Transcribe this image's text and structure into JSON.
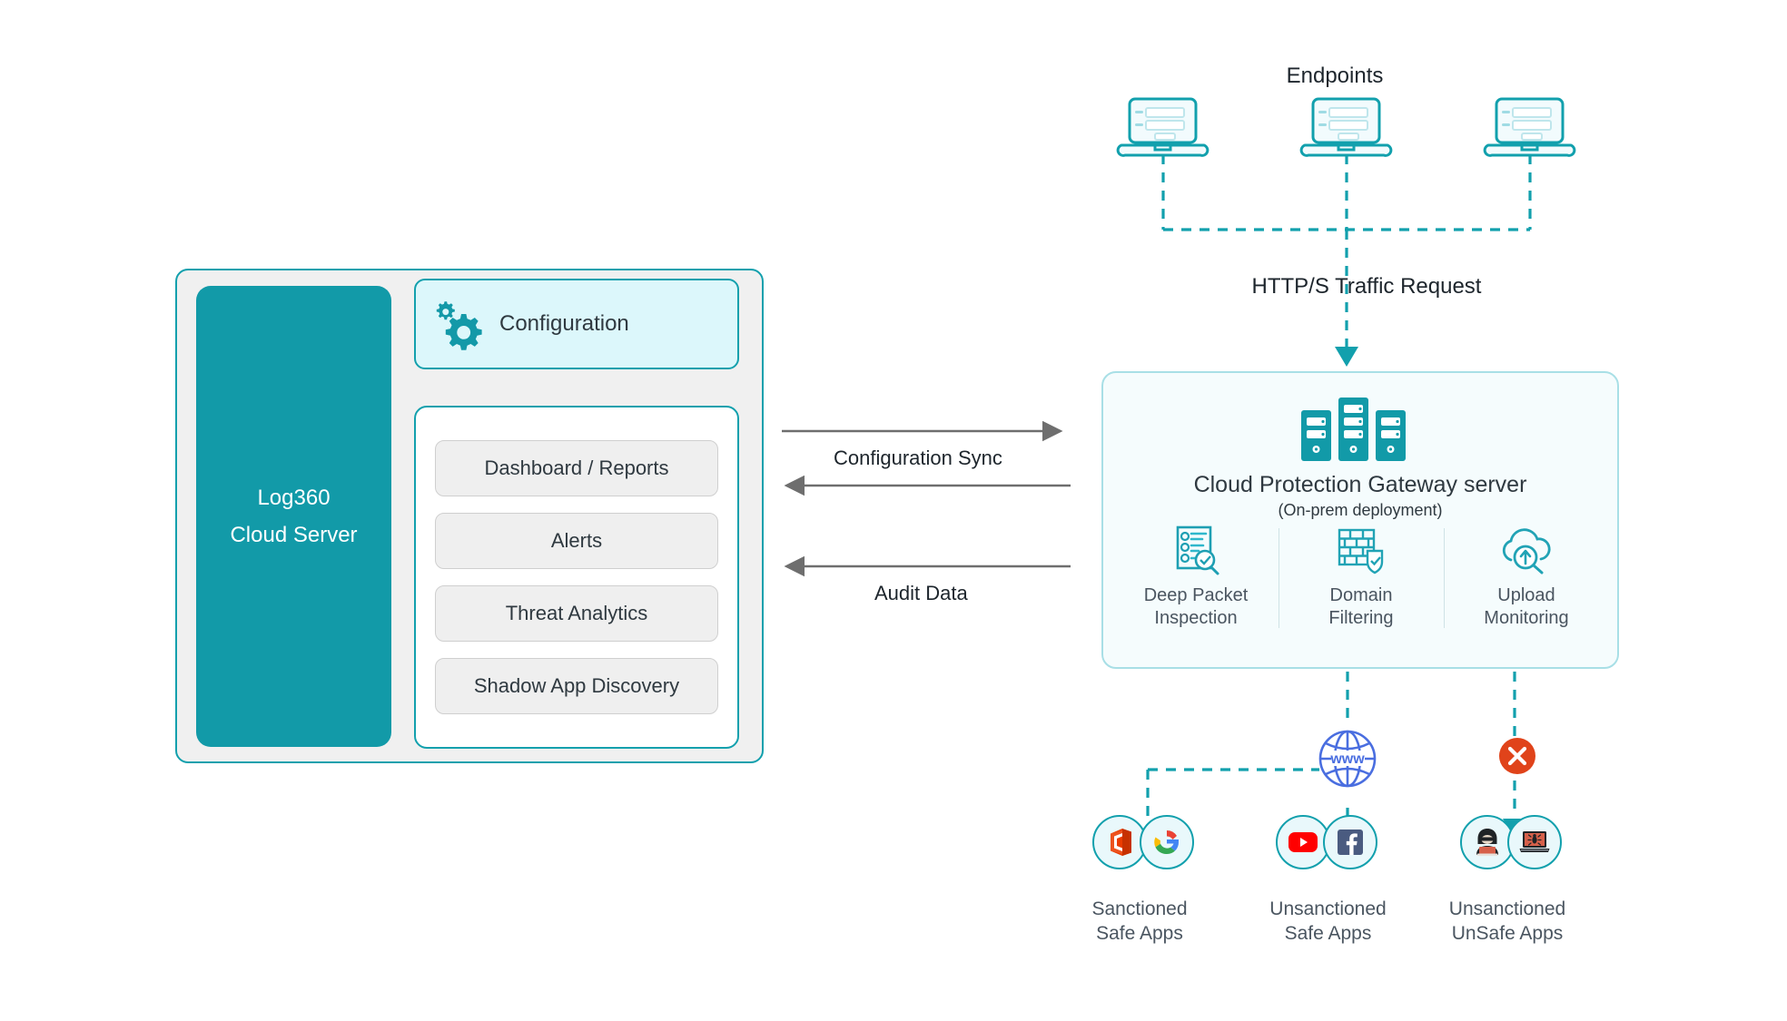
{
  "colors": {
    "teal": "#129aa8",
    "teal_border": "#12a0ad",
    "teal_light_fill": "#dcf7fb",
    "gateway_fill": "#f5fcfd",
    "gateway_border": "#a8dfe6",
    "panel_gray": "#f0f0f0",
    "module_gray": "#efefef",
    "arrow_gray": "#6e6e6e",
    "text_dark": "#1d252c",
    "text_muted": "#4a5560",
    "globe_blue": "#4a6ee0",
    "alert_red": "#e0431a",
    "office_orange": "#d83b01",
    "youtube_red": "#ff0000",
    "facebook_blue": "#4a5b80"
  },
  "left_panel": {
    "server": {
      "line1": "Log360",
      "line2": "Cloud Server"
    },
    "configuration": {
      "label": "Configuration",
      "icon": "gears-icon"
    },
    "modules": [
      {
        "label": "Dashboard / Reports"
      },
      {
        "label": "Alerts"
      },
      {
        "label": "Threat Analytics"
      },
      {
        "label": "Shadow App Discovery"
      }
    ]
  },
  "flows": {
    "configuration_sync": "Configuration Sync",
    "audit_data": "Audit Data",
    "http_traffic": "HTTP/S Traffic Request"
  },
  "endpoints": {
    "title": "Endpoints",
    "devices": [
      {
        "icon": "laptop-icon"
      },
      {
        "icon": "laptop-icon"
      },
      {
        "icon": "laptop-icon"
      }
    ]
  },
  "gateway": {
    "icon": "server-rack-icon",
    "title": "Cloud Protection Gateway server",
    "subtitle": "(On-prem deployment)",
    "features": [
      {
        "icon": "packet-inspection-icon",
        "line1": "Deep Packet",
        "line2": "Inspection"
      },
      {
        "icon": "firewall-shield-icon",
        "line1": "Domain",
        "line2": "Filtering"
      },
      {
        "icon": "cloud-upload-search-icon",
        "line1": "Upload",
        "line2": "Monitoring"
      }
    ]
  },
  "internet": {
    "icon": "globe-www-icon",
    "label": "www"
  },
  "blocked_badge": {
    "icon": "x-circle-icon"
  },
  "app_groups": [
    {
      "line1": "Sanctioned",
      "line2": "Safe Apps",
      "apps": [
        {
          "icon": "microsoft-office-icon"
        },
        {
          "icon": "google-icon"
        }
      ]
    },
    {
      "line1": "Unsanctioned",
      "line2": "Safe Apps",
      "apps": [
        {
          "icon": "youtube-icon"
        },
        {
          "icon": "facebook-icon"
        }
      ]
    },
    {
      "line1": "Unsanctioned",
      "line2": "UnSafe Apps",
      "apps": [
        {
          "icon": "hacker-icon"
        },
        {
          "icon": "infected-laptop-icon"
        }
      ]
    }
  ]
}
